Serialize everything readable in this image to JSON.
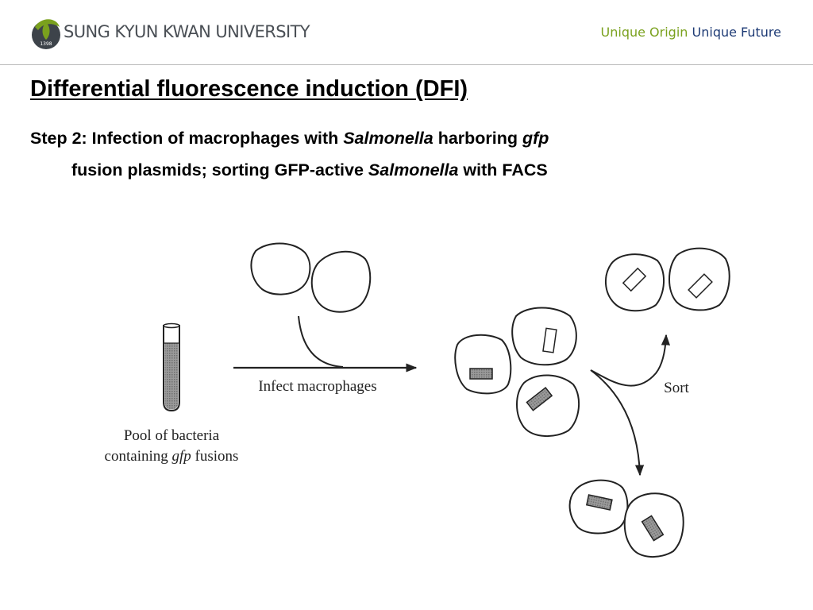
{
  "header": {
    "university_name": "SUNG KYUN KWAN UNIVERSITY",
    "logo_year": "1398",
    "tagline_part1": "Unique Origin",
    "tagline_part2": "Unique Future",
    "colors": {
      "green": "#7aa11e",
      "navy": "#1e3b75",
      "logo_gray": "#4a4f55"
    }
  },
  "slide": {
    "title": "Differential fluorescence induction (DFI)",
    "step": {
      "prefix": "Step 2: Infection of macrophages with ",
      "organism": "Salmonella",
      "mid": " harboring ",
      "gene": "gfp",
      "line2_prefix": "fusion plasmids; sorting GFP-active ",
      "organism2": "Salmonella",
      "line2_suffix": " with FACS"
    }
  },
  "diagram": {
    "pool_label_line1": "Pool of bacteria",
    "pool_label_line2_pre": "containing ",
    "pool_label_gene": "gfp",
    "pool_label_line2_post": " fusions",
    "infect_label": "Infect macrophages",
    "sort_label": "Sort",
    "colors": {
      "fluorescent_fill": "#777777",
      "outline": "#222222"
    }
  }
}
